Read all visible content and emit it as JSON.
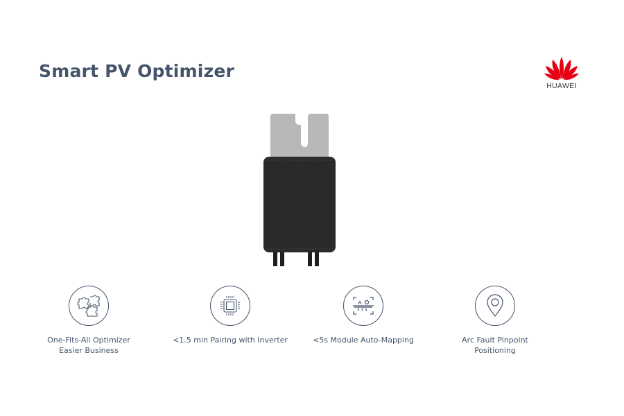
{
  "slide": {
    "title": "Smart PV Optimizer",
    "brand": {
      "name": "HUAWEI",
      "color": "#e60012"
    },
    "product_image": "pv-optimizer-device",
    "features": [
      {
        "icon": "puzzle-pieces-icon",
        "line1": "One-Fits-All Optimizer",
        "line2": "Easier Business"
      },
      {
        "icon": "chip-icon",
        "line1": "<1.5 min Pairing with Inverter",
        "line2": ""
      },
      {
        "icon": "scan-mapping-icon",
        "line1": "<5s Module Auto-Mapping",
        "line2": ""
      },
      {
        "icon": "location-pin-icon",
        "line1": "Arc Fault Pinpoint",
        "line2": "Positioning"
      }
    ],
    "colors": {
      "title": "#44546a",
      "text": "#44546a",
      "device_body": "#2b2a2c",
      "bracket": "#b5b5b5"
    }
  }
}
